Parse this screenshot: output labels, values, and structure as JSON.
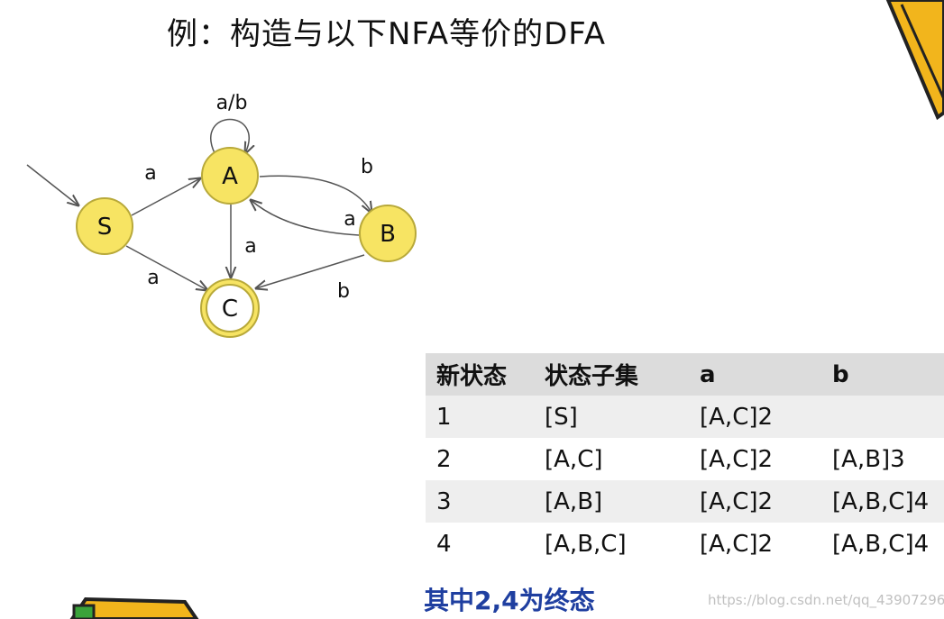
{
  "title": "例：构造与以下NFA等价的DFA",
  "nfa": {
    "states": [
      "S",
      "A",
      "B",
      "C"
    ],
    "start_state": "S",
    "final_states": [
      "C"
    ],
    "edge_labels": {
      "A_loop": "a/b",
      "S_A": "a",
      "A_B": "b",
      "B_A": "a",
      "A_C": "a",
      "S_C": "a",
      "B_C": "b"
    }
  },
  "table": {
    "headers": [
      "新状态",
      "状态子集",
      "a",
      "b"
    ],
    "rows": [
      [
        "1",
        "[S]",
        "[A,C]2",
        ""
      ],
      [
        "2",
        "[A,C]",
        "[A,C]2",
        "[A,B]3"
      ],
      [
        "3",
        "[A,B]",
        "[A,C]2",
        "[A,B,C]4"
      ],
      [
        "4",
        "[A,B,C]",
        "[A,C]2",
        "[A,B,C]4"
      ]
    ]
  },
  "footer_note": "其中2,4为终态",
  "watermark": "https://blog.csdn.net/qq_43907296",
  "colors": {
    "state_fill": "#f7e463",
    "state_stroke": "#b8a93a",
    "note_color": "#1f3fa0",
    "pencil_yellow": "#f2b51c"
  }
}
